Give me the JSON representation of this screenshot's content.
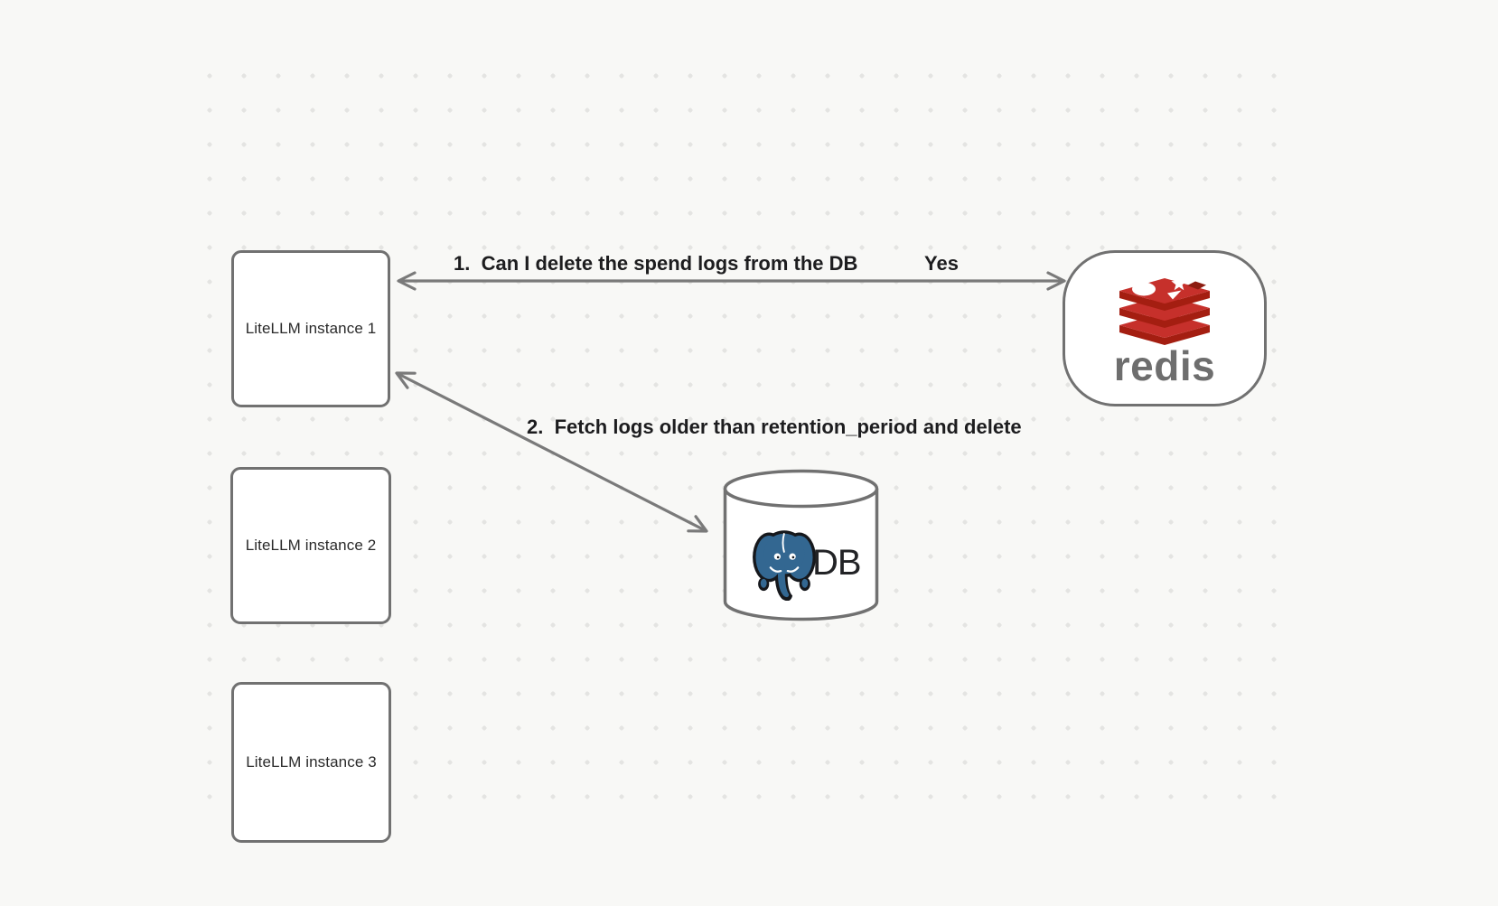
{
  "diagram": {
    "nodes": {
      "litellm1": {
        "label": "LiteLLM instance 1"
      },
      "litellm2": {
        "label": "LiteLLM instance 2"
      },
      "litellm3": {
        "label": "LiteLLM instance 3"
      },
      "redis": {
        "label": "redis"
      },
      "db": {
        "label": "DB"
      }
    },
    "edges": {
      "e1": {
        "label": "1.  Can I delete the spend logs from the DB",
        "response": "Yes",
        "from": "redis",
        "to": "litellm1",
        "style": "double-headed-arrow"
      },
      "e2": {
        "label": "2.  Fetch logs older than retention_period and delete",
        "from": "litellm1",
        "to": "db",
        "style": "double-headed-arrow"
      }
    },
    "icons": {
      "redis_logo": "redis-stack-icon",
      "postgres_logo": "postgresql-elephant-icon"
    },
    "colors": {
      "background": "#f8f8f6",
      "grid_dot": "#e4e4e2",
      "shape_stroke": "#717171",
      "arrow_stroke": "#7a7a7a",
      "label_text": "#1d1d1f",
      "redis_red": "#c6302b",
      "redis_dark_red": "#a41e11",
      "redis_wordmark_gray": "#6e6e6e",
      "postgres_blue": "#336791"
    }
  }
}
